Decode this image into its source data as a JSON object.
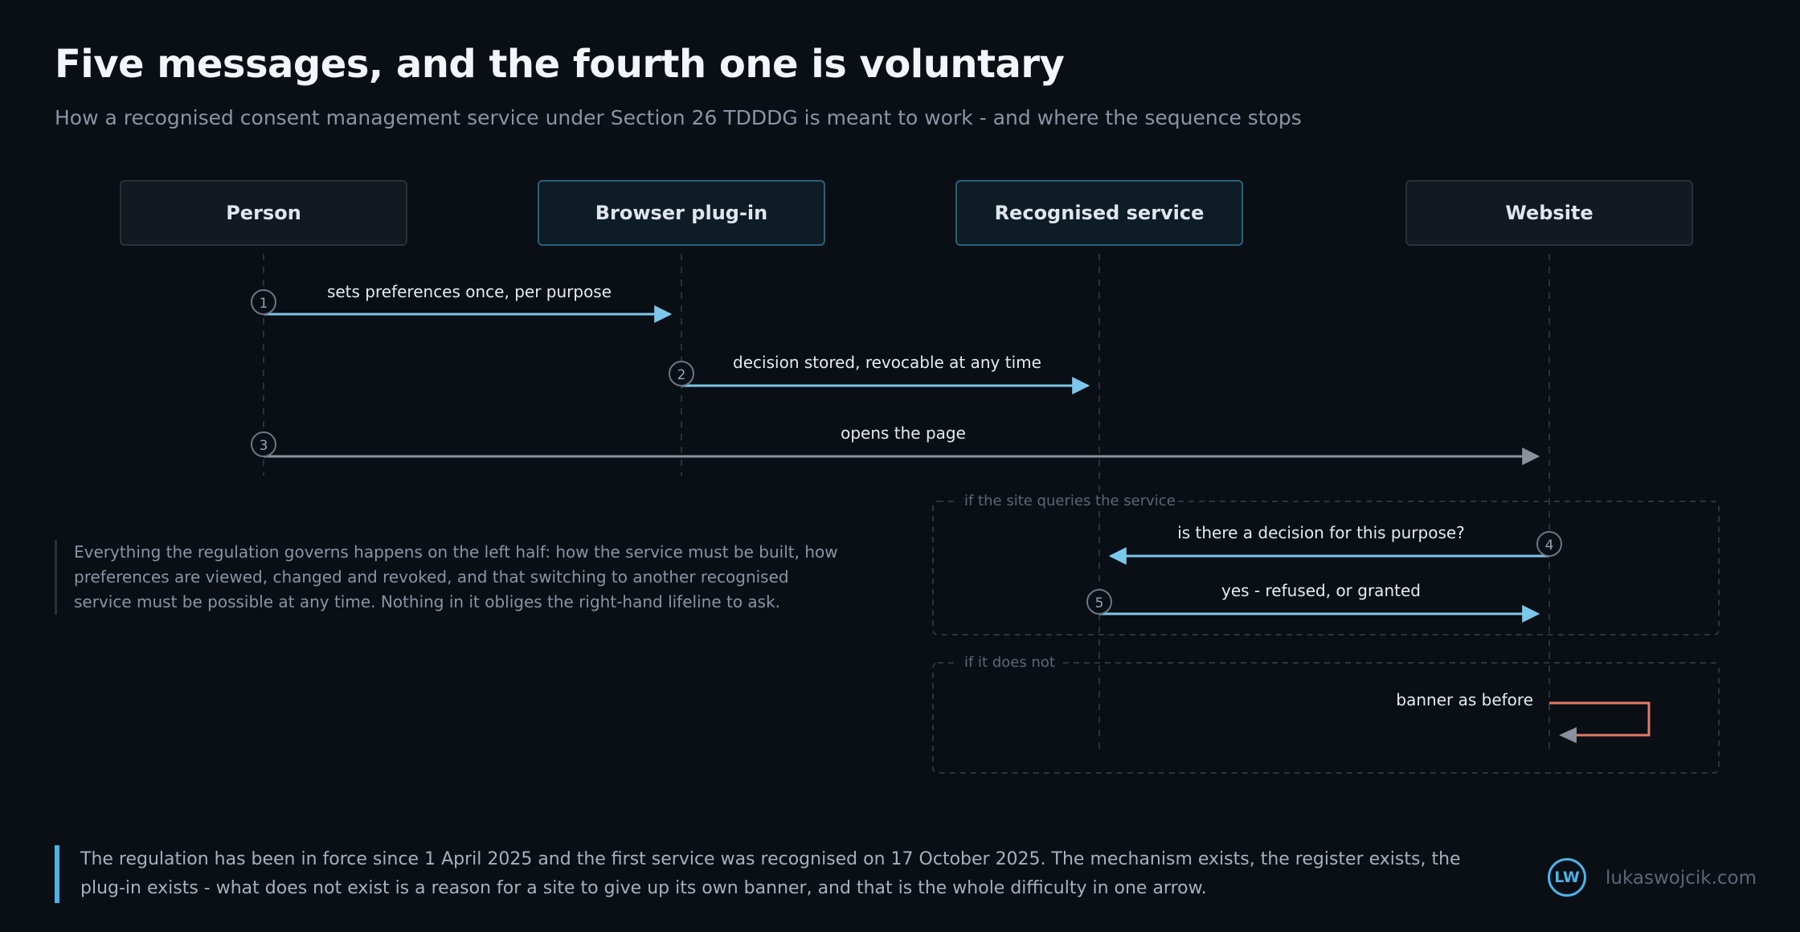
{
  "header": {
    "title": "Five messages, and the fourth one is voluntary",
    "subtitle": "How a recognised consent management service under Section 26 TDDDG is meant to work - and where the sequence stops"
  },
  "actors": [
    {
      "label": "Person",
      "style": "plain"
    },
    {
      "label": "Browser plug-in",
      "style": "accent"
    },
    {
      "label": "Recognised service",
      "style": "accent"
    },
    {
      "label": "Website",
      "style": "plain"
    }
  ],
  "messages": [
    {
      "number": "1",
      "from": 0,
      "to": 1,
      "label": "sets preferences once, per purpose",
      "kind": "primary"
    },
    {
      "number": "2",
      "from": 1,
      "to": 2,
      "label": "decision stored, revocable at any time",
      "kind": "primary"
    },
    {
      "number": "3",
      "from": 0,
      "to": 3,
      "label": "opens the page",
      "kind": "neutral"
    },
    {
      "number": "4",
      "from": 3,
      "to": 2,
      "label": "is there a decision for this purpose?",
      "kind": "primary"
    },
    {
      "number": "5",
      "from": 2,
      "to": 3,
      "label": "yes - refused, or granted",
      "kind": "primary"
    }
  ],
  "fragments": [
    {
      "label": "if the site queries the service"
    },
    {
      "label": "if it does not"
    }
  ],
  "self_message": {
    "actor": 3,
    "label": "banner as before"
  },
  "note": "Everything the regulation governs happens on the left half: how the service must be built, how preferences are viewed, changed and revoked, and that switching to another recognised service must be possible at any time. Nothing in it obliges the right-hand lifeline to ask.",
  "footer": "The regulation has been in force since 1 April 2025 and the first service was recognised on 17 October 2025. The mechanism exists, the register exists, the plug-in exists - what does not exist is a reason for a site to give up its own banner, and that is the whole difficulty in one arrow.",
  "brand": {
    "initials": "LW",
    "site": "lukaswojcik.com"
  },
  "colors": {
    "primary_arrow": "#7cc8ec",
    "neutral_arrow": "#8a919c",
    "self_arrow": "#e07b68",
    "accent": "#4ab4e8",
    "background": "#0a0e15"
  }
}
